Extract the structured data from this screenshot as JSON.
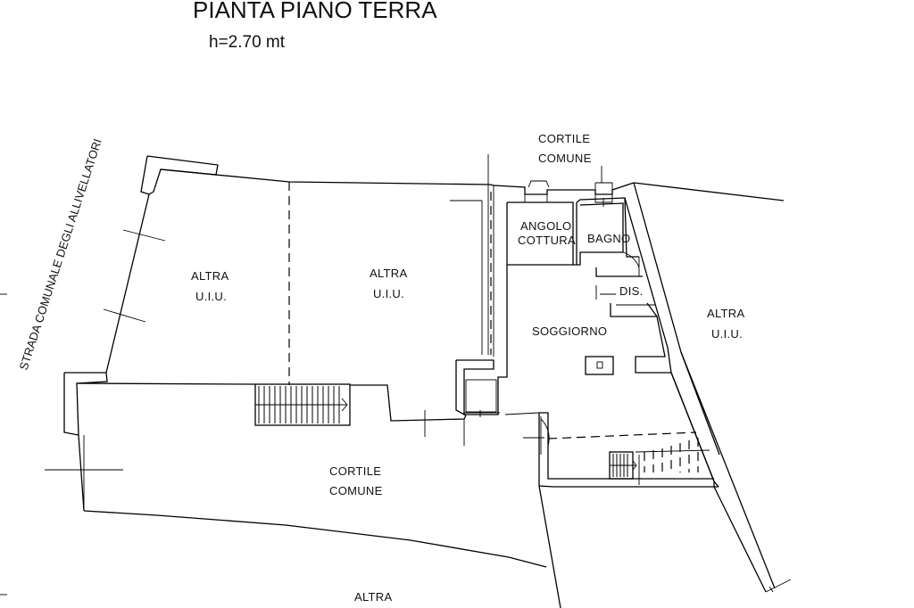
{
  "header": {
    "title": "PIANTA PIANO TERRA",
    "height": "h=2.70 mt"
  },
  "street": "STRADA COMUNALE DEGLI ALLIVELLATORI",
  "rooms": {
    "cortile_top": [
      "CORTILE",
      "COMUNE"
    ],
    "altra_left": [
      "ALTRA",
      "U.I.U."
    ],
    "altra_mid": [
      "ALTRA",
      "U.I.U."
    ],
    "altra_right": [
      "ALTRA",
      "U.I.U."
    ],
    "angolo_cottura": [
      "ANGOLO",
      "COTTURA"
    ],
    "bagno": "BAGNO",
    "dis": "DIS.",
    "soggiorno": "SOGGIORNO",
    "cortile_bottom": [
      "CORTILE",
      "COMUNE"
    ],
    "altra_bottom": "ALTRA"
  },
  "colors": {
    "line": "#000000",
    "background": "#ffffff"
  }
}
